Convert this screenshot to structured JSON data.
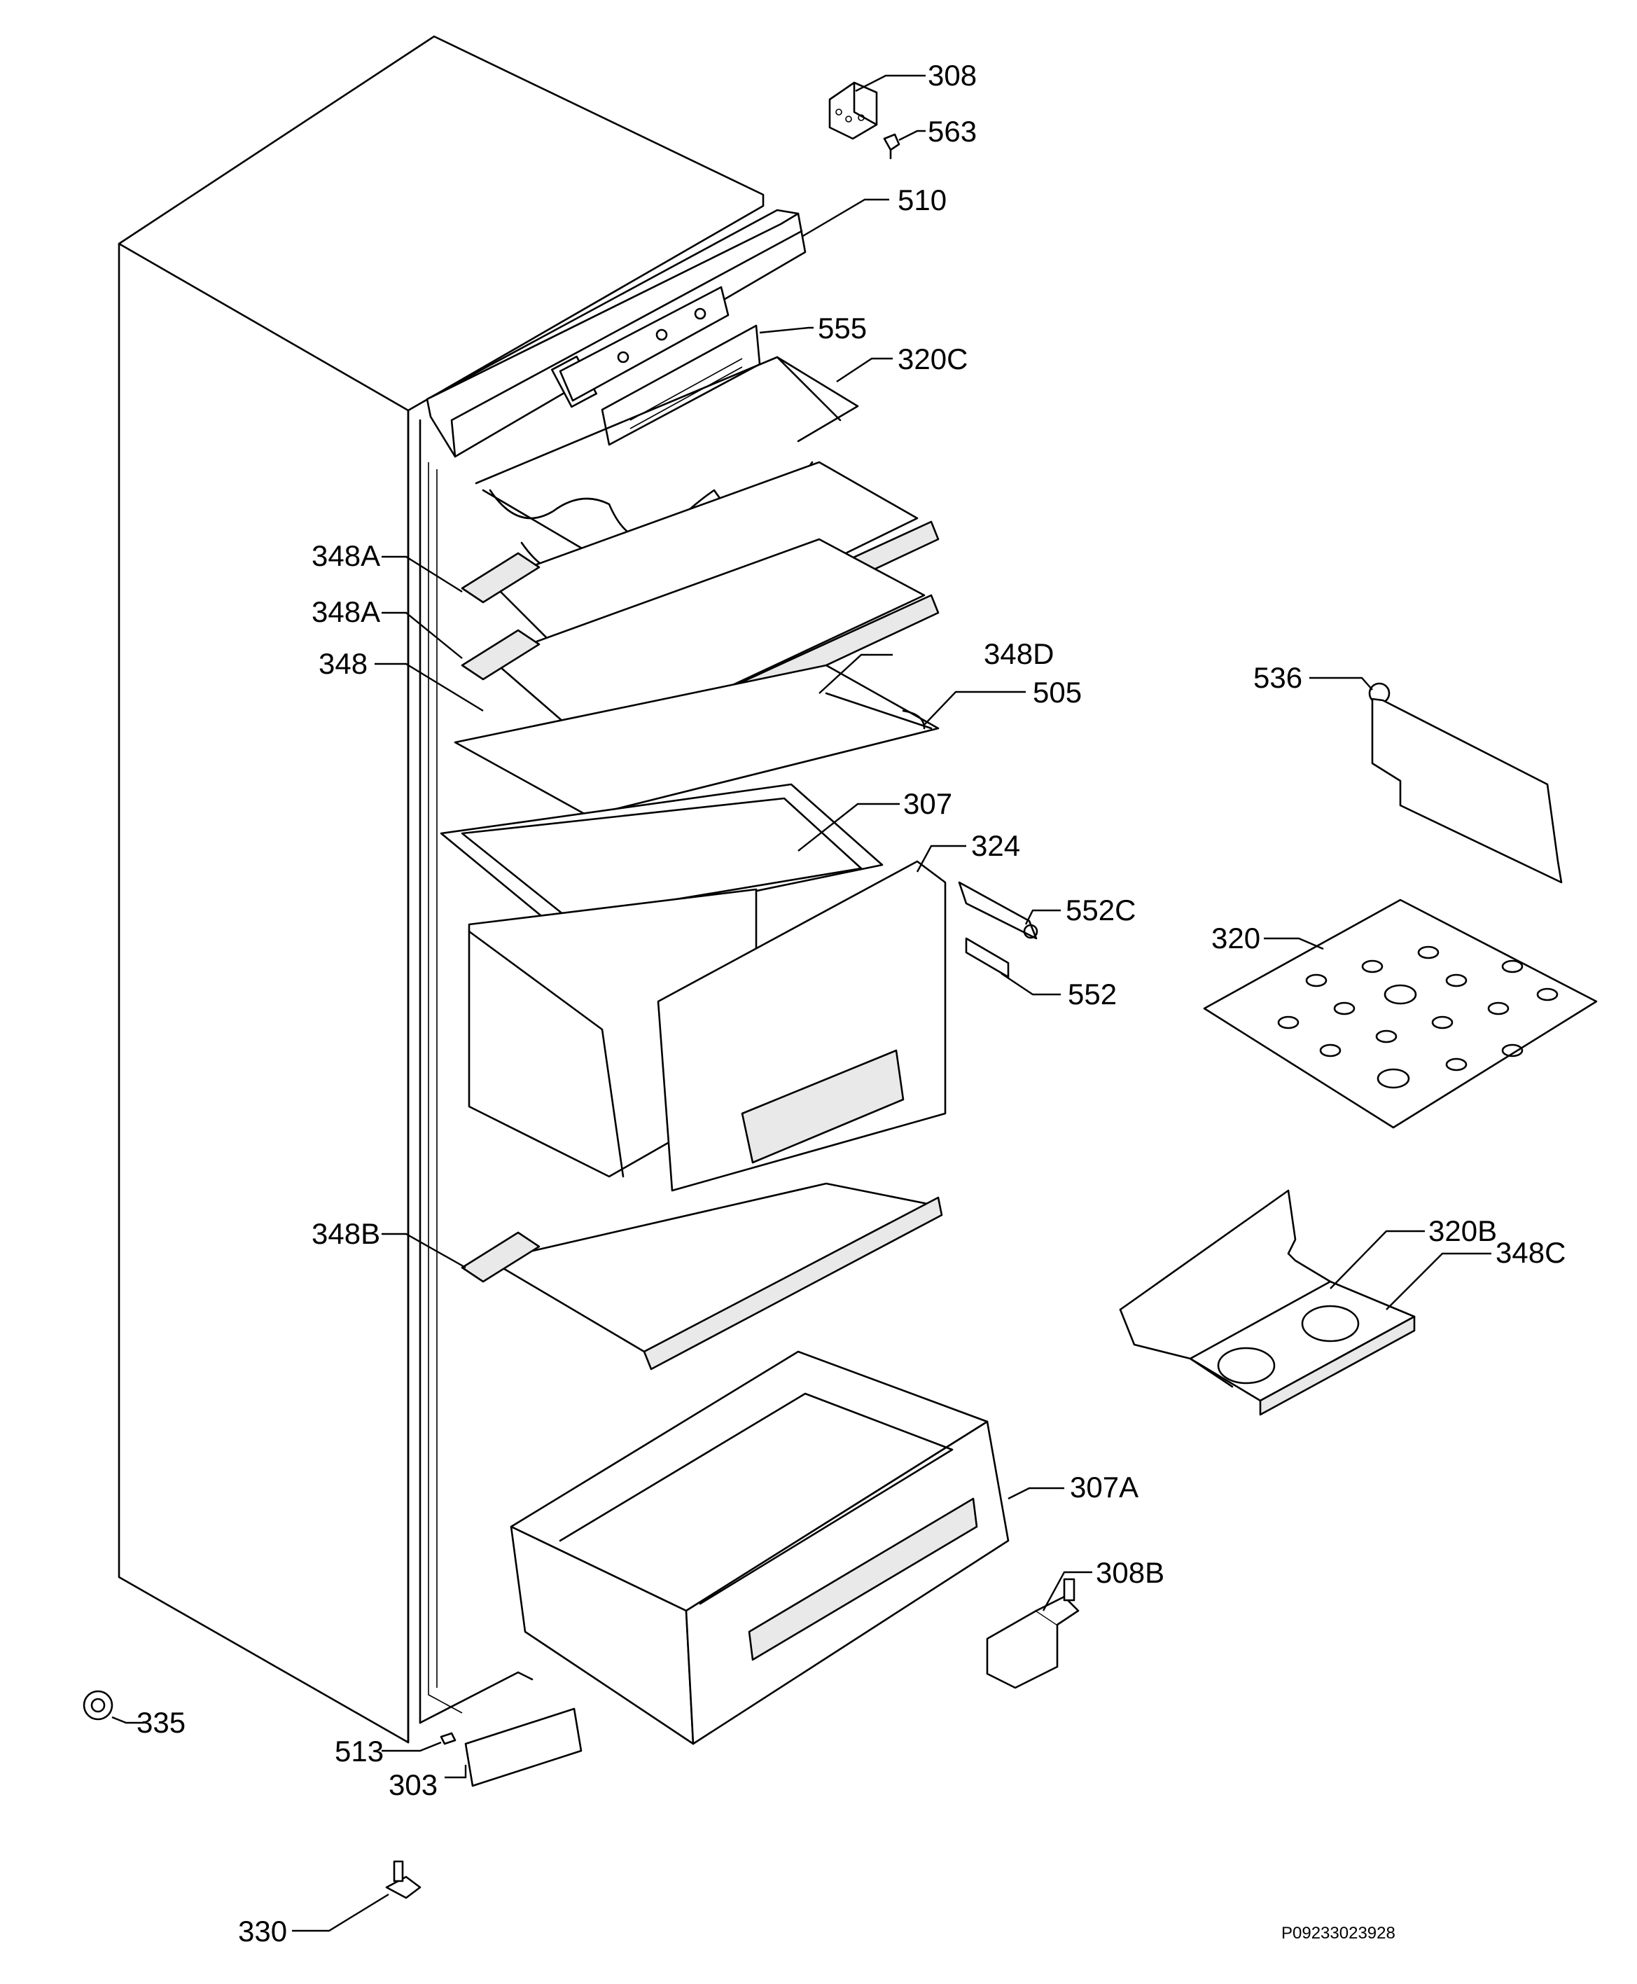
{
  "callouts": {
    "c308": "308",
    "c563": "563",
    "c510": "510",
    "c555": "555",
    "c320c": "320C",
    "c348a_1": "348A",
    "c348a_2": "348A",
    "c348d": "348D",
    "c348": "348",
    "c505": "505",
    "c536": "536",
    "c307": "307",
    "c324": "324",
    "c552c": "552C",
    "c320": "320",
    "c552": "552",
    "c348b": "348B",
    "c320b": "320B",
    "c348c": "348C",
    "c307a": "307A",
    "c308b": "308B",
    "c335": "335",
    "c513": "513",
    "c303": "303",
    "c330": "330"
  },
  "drawing_code": "P09233023928"
}
